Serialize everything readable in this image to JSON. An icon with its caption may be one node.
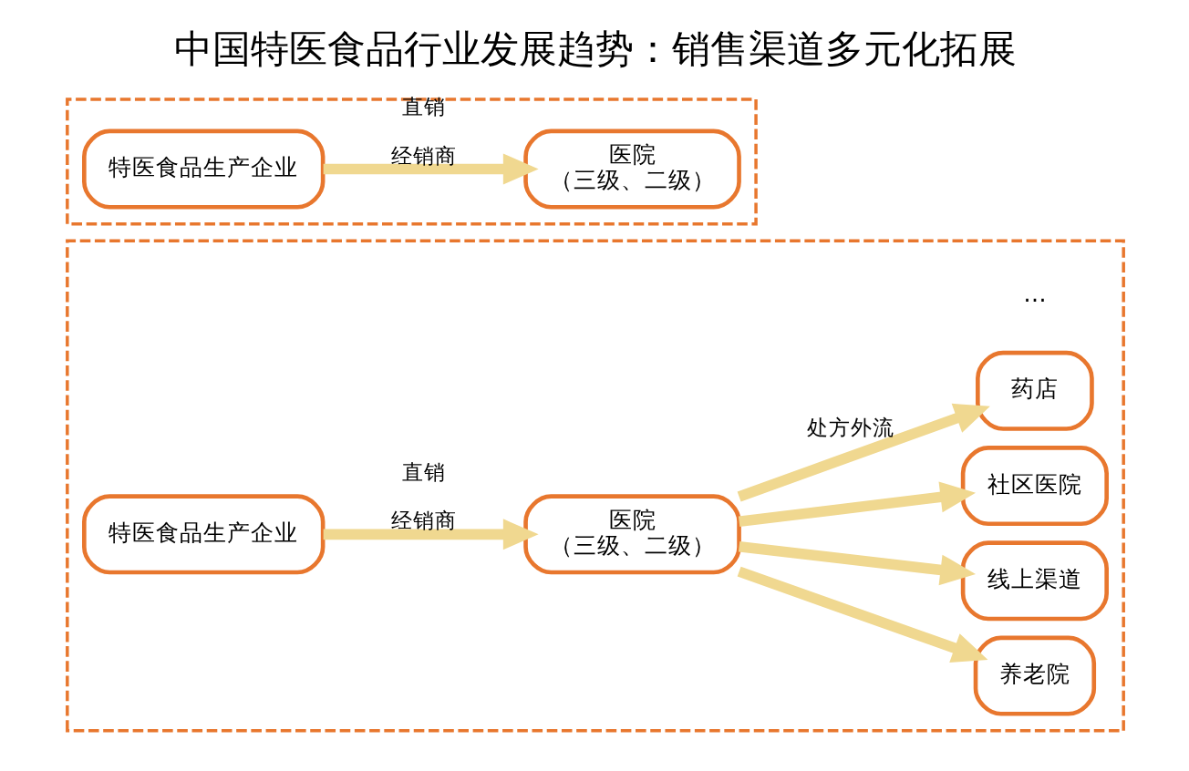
{
  "diagram": {
    "title": "中国特医食品行业发展趋势：销售渠道多元化拓展",
    "nodes": [
      {
        "text": [],
        "shape": "box"
      },
      {
        "text": [
          "特医食品生产企业"
        ],
        "in": 0
      },
      {
        "text": [
          "医院",
          "（三级、二级）"
        ],
        "in": 0
      },
      {
        "text": [],
        "shape": "box"
      },
      {
        "text": [
          "特医食品生产企业"
        ],
        "in": 3
      },
      {
        "text": [
          "医院",
          "（三级、二级）"
        ],
        "in": 3
      },
      {
        "text": [
          "药店"
        ],
        "in": 3
      },
      {
        "text": [
          "社区医院"
        ],
        "in": 3
      },
      {
        "text": [
          "线上渠道"
        ],
        "in": 3
      },
      {
        "text": [
          "养老院"
        ],
        "in": 3
      }
    ],
    "edges": [
      {
        "from": 1,
        "to": 2,
        "arrow": "to",
        "label": [
          "直销",
          "经销商"
        ]
      },
      {
        "from": 4,
        "to": 5,
        "arrow": "to",
        "label": [
          "直销",
          "经销商"
        ]
      },
      {
        "from": 5,
        "to": 6,
        "arrow": "to",
        "label": "处方外流"
      },
      {
        "from": 5,
        "to": 7,
        "arrow": "to"
      },
      {
        "from": 5,
        "to": 8,
        "arrow": "to"
      },
      {
        "from": 5,
        "to": 9,
        "arrow": "to"
      }
    ],
    "labels": [
      "…"
    ]
  }
}
